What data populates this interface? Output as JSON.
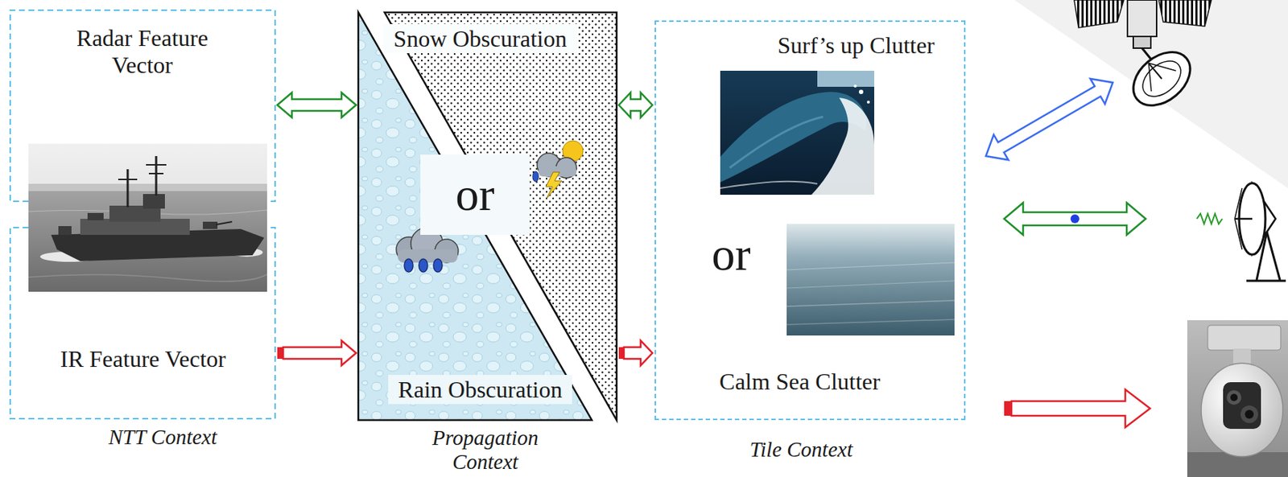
{
  "diagram": {
    "nodes": [
      {
        "text": [
          "Radar Feature Vector"
        ]
      },
      {
        "text": [
          "IR Feature Vector"
        ]
      },
      {
        "text": [
          "Snow Obscuration",
          "or",
          "Rain Obscuration"
        ]
      },
      {
        "text": [
          "Surf’s up Clutter",
          "or",
          "Calm Sea Clutter"
        ]
      }
    ],
    "edges": [
      {
        "from": 0,
        "to": 2,
        "arrow": "both"
      },
      {
        "from": 1,
        "to": 2,
        "arrow": "to"
      },
      {
        "from": 2,
        "to": 3,
        "arrow": "both"
      },
      {
        "from": 2,
        "to": 3,
        "arrow": "to"
      }
    ],
    "labels": [
      "NTT Context",
      "Propagation Context",
      "Tile Context"
    ]
  }
}
